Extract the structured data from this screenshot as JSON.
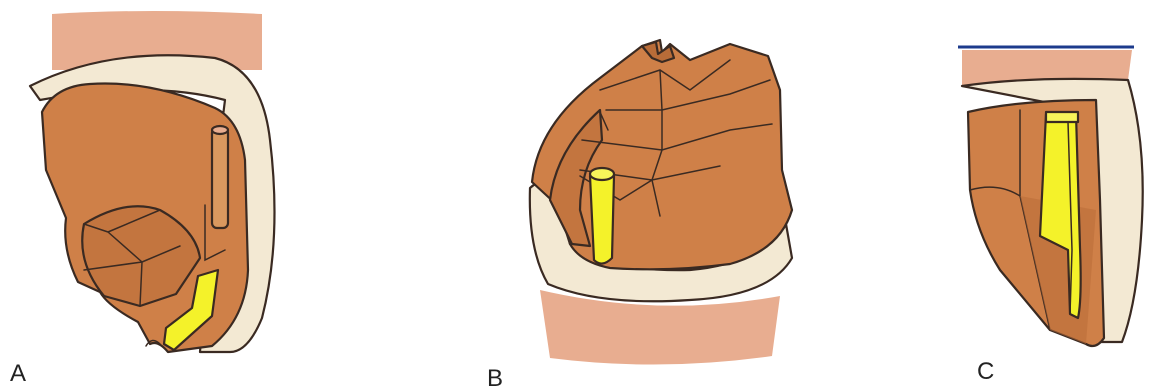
{
  "figure": {
    "panels": [
      {
        "label": "A"
      },
      {
        "label": "B"
      },
      {
        "label": "C"
      }
    ]
  },
  "colors": {
    "gum": "#e8ad90",
    "enamel": "#f3e9d3",
    "tooth": "#cf8048",
    "tooth_dark": "#bb6e3a",
    "highlight": "#f4f22a",
    "reference_line": "#1c3b8c"
  }
}
